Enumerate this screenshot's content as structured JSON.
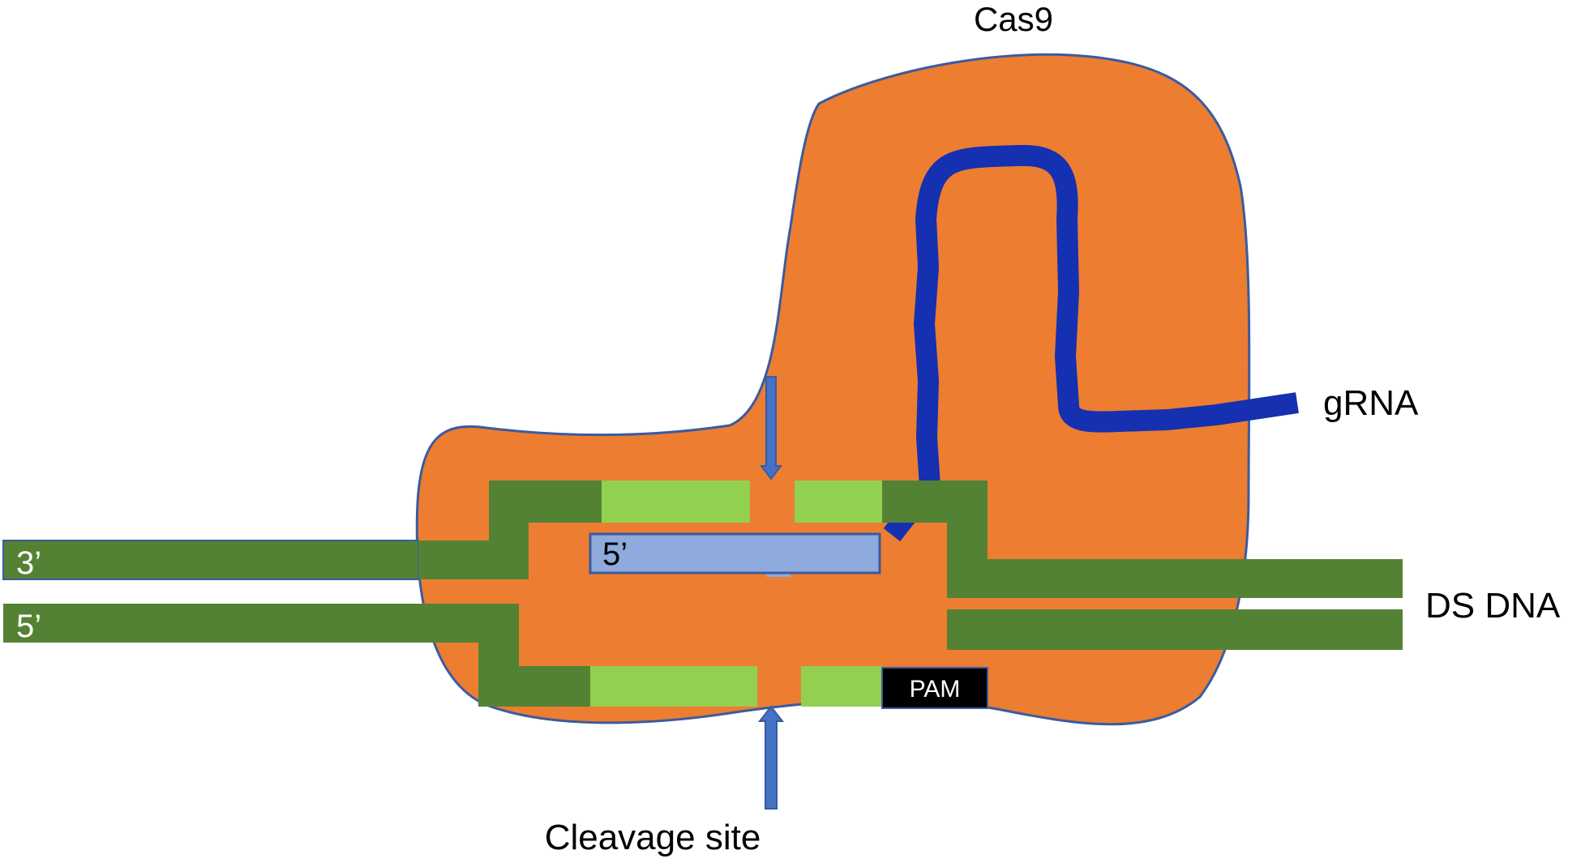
{
  "labels": {
    "protein": "Cas9",
    "guide": "gRNA",
    "dna": "DS DNA",
    "cleavage": "Cleavage site",
    "top_strand_end": "3’",
    "bottom_strand_end": "5’",
    "guide_end": "5’",
    "pam": "PAM"
  },
  "colors": {
    "protein_fill": "#ED7D31",
    "protein_outline": "#3A5BA0",
    "strand_dark": "#548235",
    "strand_light": "#92D050",
    "guide_rna": "#1530B0",
    "guide_box": "#8FAADC",
    "arrow": "#4472C4",
    "pam_box": "#000000",
    "text_light": "#FFFFFF",
    "text_dark": "#000000"
  }
}
